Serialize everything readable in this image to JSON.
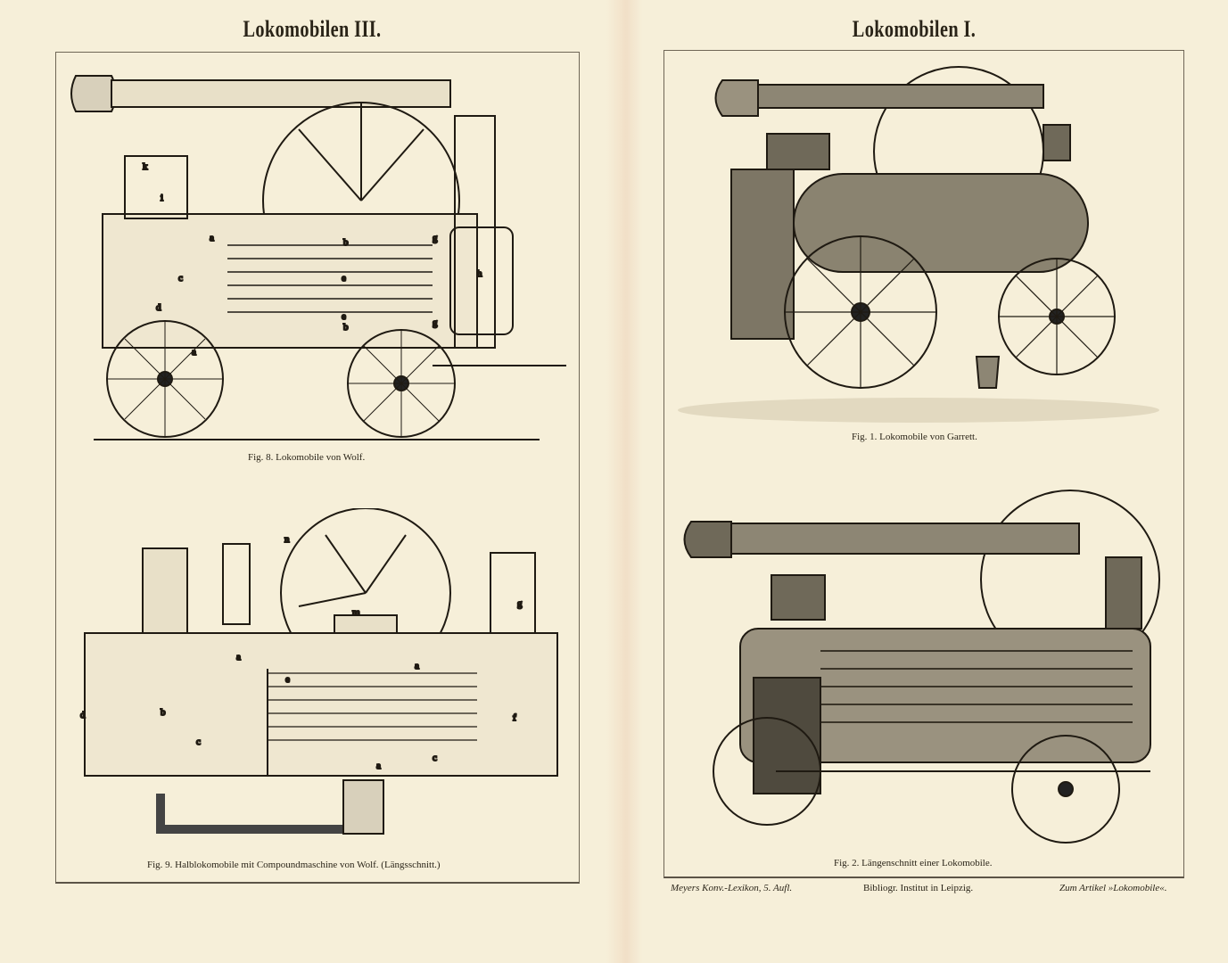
{
  "left_page": {
    "title": "Lokomobilen III.",
    "fig8": {
      "caption": "Fig. 8.  Lokomobile von Wolf.",
      "labels": [
        "k",
        "i",
        "a",
        "b",
        "g",
        "c",
        "e",
        "h",
        "d",
        "e",
        "b",
        "g",
        "a"
      ]
    },
    "fig9": {
      "caption": "Fig. 9.  Halblokomobile mit Compoundmaschine von Wolf.  (Längsschnitt.)",
      "labels": [
        "n",
        "m",
        "g",
        "a",
        "a",
        "e",
        "b",
        "f",
        "c",
        "a",
        "c",
        "d"
      ]
    }
  },
  "right_page": {
    "title": "Lokomobilen I.",
    "fig1": {
      "caption": "Fig. 1.  Lokomobile von Garrett."
    },
    "fig2": {
      "caption": "Fig. 2.  Längenschnitt einer Lokomobile."
    },
    "footer": {
      "left": "Meyers Konv.-Lexikon, 5. Aufl.",
      "center": "Bibliogr. Institut in Leipzig.",
      "right": "Zum Artikel »Lokomobile«."
    }
  }
}
